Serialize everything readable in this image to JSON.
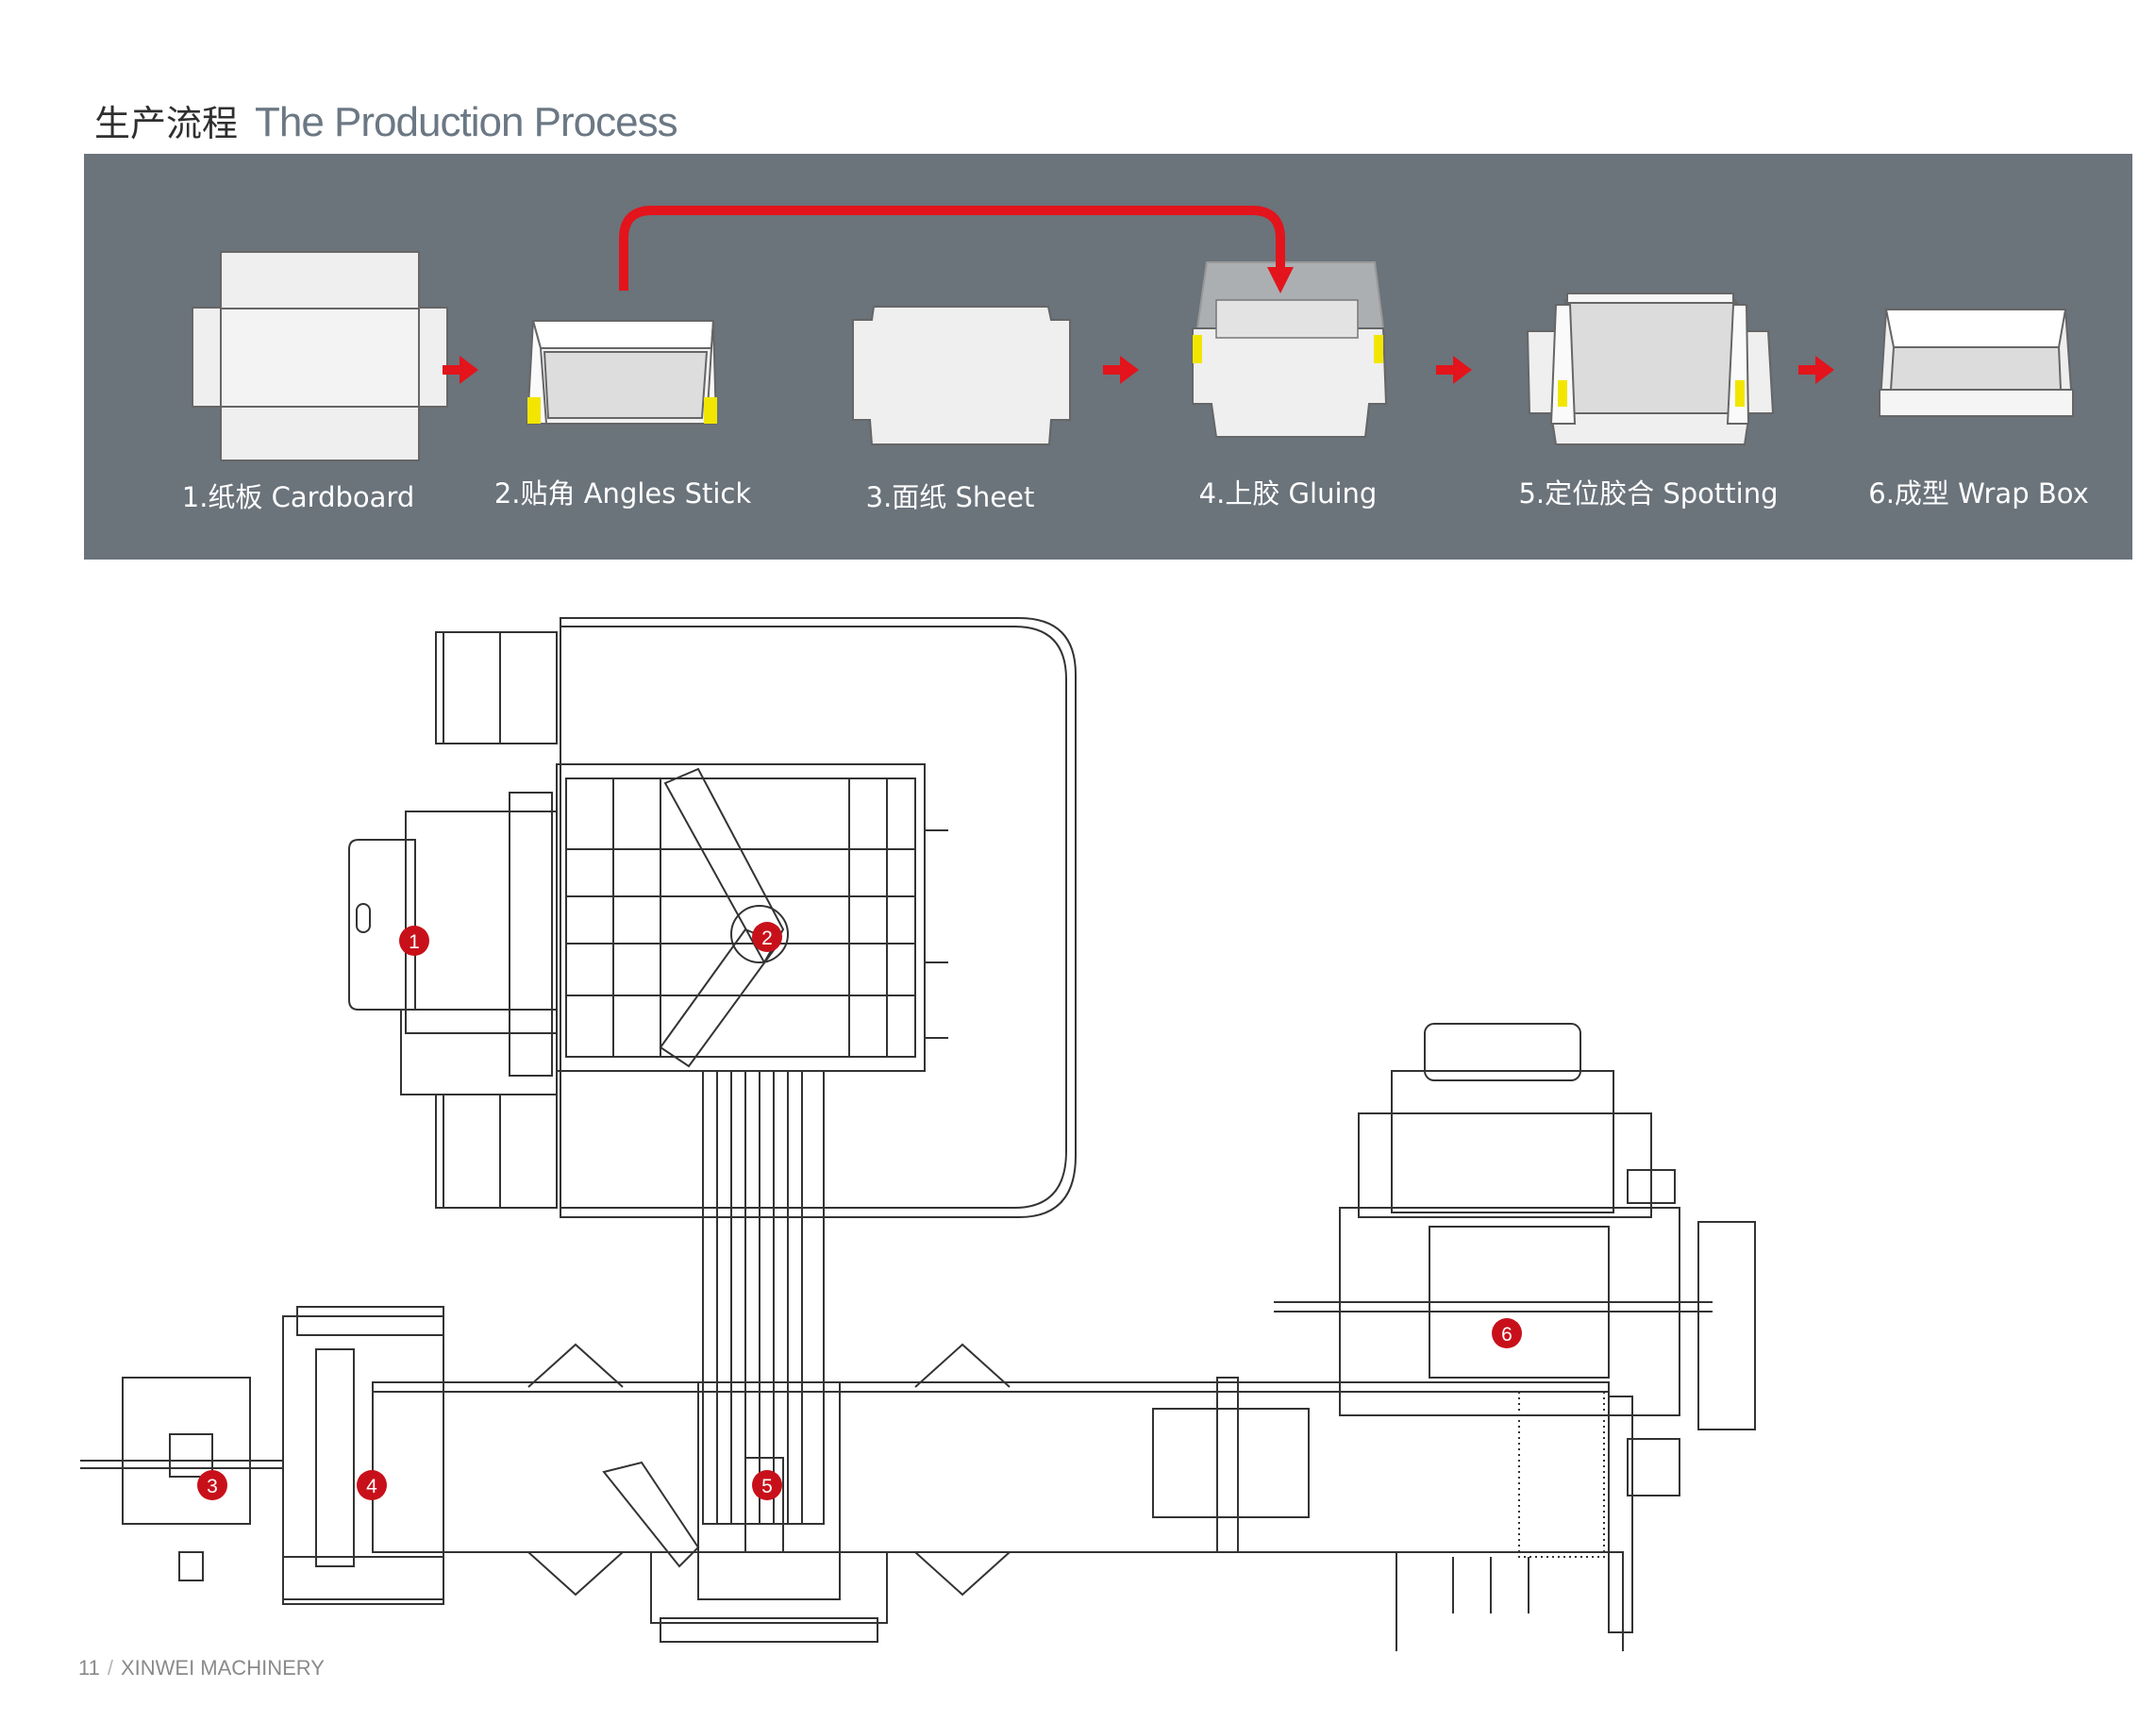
{
  "header": {
    "title_cn": "生产流程",
    "title_en": "The Production Process"
  },
  "process": {
    "steps": [
      {
        "label": "1.纸板 Cardboard"
      },
      {
        "label": "2.贴角 Angles Stick"
      },
      {
        "label": "3.面纸 Sheet"
      },
      {
        "label": "4.上胶 Gluing"
      },
      {
        "label": "5.定位胶合 Spotting"
      },
      {
        "label": "6.成型 Wrap Box"
      }
    ],
    "colors": {
      "panel": "#6b737b",
      "arrow": "#e3141b",
      "tape": "#f2e600"
    }
  },
  "machine": {
    "markers": [
      "1",
      "2",
      "3",
      "4",
      "5",
      "6"
    ],
    "marker_color": "#c8101a"
  },
  "footer": {
    "page_number": "11",
    "separator": "/",
    "company": "XINWEI MACHINERY"
  }
}
